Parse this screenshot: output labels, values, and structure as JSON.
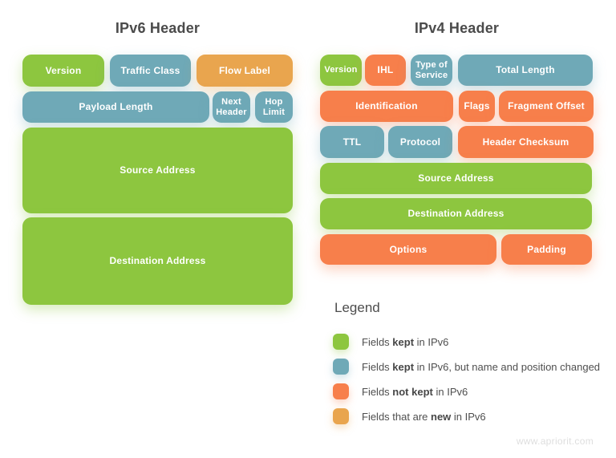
{
  "palette": {
    "kept": "#8dc63f",
    "moved": "#6fa9b7",
    "removed": "#f77f4b",
    "new": "#e9a54e"
  },
  "header": {
    "ipv6_title": "IPv6 Header",
    "ipv4_title": "IPv4 Header"
  },
  "ipv6": {
    "blocks": [
      {
        "label": "Version",
        "category": "kept"
      },
      {
        "label": "Traffic Class",
        "category": "moved"
      },
      {
        "label": "Flow Label",
        "category": "new"
      },
      {
        "label": "Payload Length",
        "category": "moved"
      },
      {
        "label": "Next Header",
        "category": "moved"
      },
      {
        "label": "Hop Limit",
        "category": "moved"
      },
      {
        "label": "Source Address",
        "category": "kept"
      },
      {
        "label": "Destination Address",
        "category": "kept"
      }
    ]
  },
  "ipv4": {
    "blocks": [
      {
        "label": "Version",
        "category": "kept"
      },
      {
        "label": "IHL",
        "category": "removed"
      },
      {
        "label": "Type of Service",
        "category": "moved"
      },
      {
        "label": "Total Length",
        "category": "moved"
      },
      {
        "label": "Identification",
        "category": "removed"
      },
      {
        "label": "Flags",
        "category": "removed"
      },
      {
        "label": "Fragment Offset",
        "category": "removed"
      },
      {
        "label": "TTL",
        "category": "moved"
      },
      {
        "label": "Protocol",
        "category": "moved"
      },
      {
        "label": "Header Checksum",
        "category": "removed"
      },
      {
        "label": "Source Address",
        "category": "kept"
      },
      {
        "label": "Destination Address",
        "category": "kept"
      },
      {
        "label": "Options",
        "category": "removed"
      },
      {
        "label": "Padding",
        "category": "removed"
      }
    ]
  },
  "legend": {
    "title": "Legend",
    "items": [
      {
        "pre": "Fields ",
        "bold": "kept",
        "post": " in IPv6",
        "category": "kept"
      },
      {
        "pre": "Fields ",
        "bold": "kept",
        "post": " in IPv6, but name and position changed",
        "category": "moved"
      },
      {
        "pre": "Fields ",
        "bold": "not kept",
        "post": " in IPv6",
        "category": "removed"
      },
      {
        "pre": "Fields that are ",
        "bold": "new",
        "post": " in IPv6",
        "category": "new"
      }
    ]
  },
  "footer": {
    "watermark": "www.apriorit.com"
  }
}
